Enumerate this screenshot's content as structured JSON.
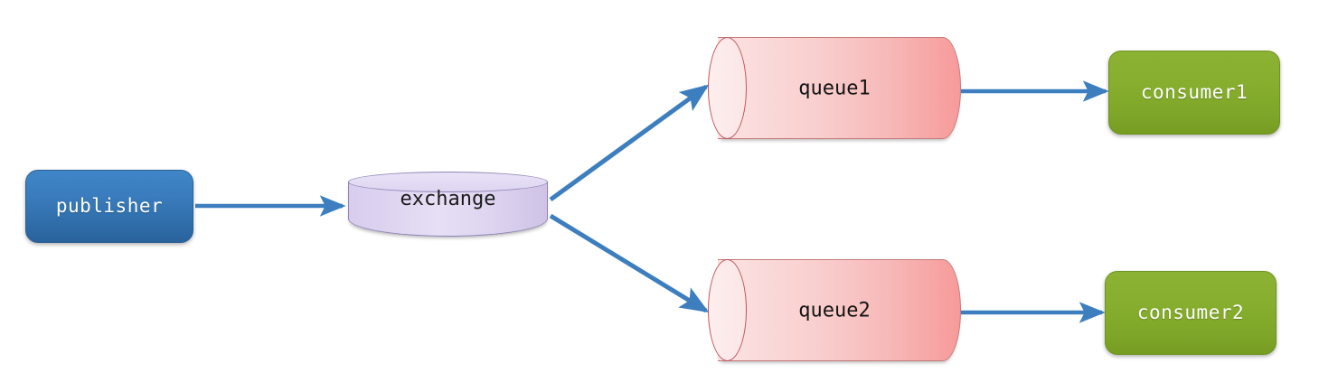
{
  "diagram": {
    "title": "publisher exchange fanout to queues and consumers",
    "background_color": "#ffffff",
    "arrow_color": "#3d7ebf",
    "nodes": {
      "publisher": {
        "label": "publisher",
        "shape": "rounded-rectangle",
        "fill_color": "#3a7cbd",
        "text_color": "#ffffff"
      },
      "exchange": {
        "label": "exchange",
        "shape": "cylinder-vertical",
        "fill_color": "#ded5f1",
        "border_color": "#8f84b5",
        "text_color": "#1a1a1a"
      },
      "queue1": {
        "label": "queue1",
        "shape": "cylinder-horizontal",
        "fill_color": "#f9cfcf",
        "border_color": "#c1565f",
        "text_color": "#141414"
      },
      "queue2": {
        "label": "queue2",
        "shape": "cylinder-horizontal",
        "fill_color": "#f9cfcf",
        "border_color": "#c1565f",
        "text_color": "#141414"
      },
      "consumer1": {
        "label": "consumer1",
        "shape": "rounded-rectangle",
        "fill_color": "#87ae2e",
        "text_color": "#ffffff"
      },
      "consumer2": {
        "label": "consumer2",
        "shape": "rounded-rectangle",
        "fill_color": "#87ae2e",
        "text_color": "#ffffff"
      }
    },
    "edges": [
      {
        "name": "publisher-to-exchange",
        "from": "publisher",
        "to": "exchange",
        "label": "",
        "style": "solid-arrow"
      },
      {
        "name": "exchange-to-queue1",
        "from": "exchange",
        "to": "queue1",
        "label": "",
        "style": "solid-arrow"
      },
      {
        "name": "exchange-to-queue2",
        "from": "exchange",
        "to": "queue2",
        "label": "",
        "style": "solid-arrow"
      },
      {
        "name": "queue1-to-consumer1",
        "from": "queue1",
        "to": "consumer1",
        "label": "",
        "style": "solid-arrow"
      },
      {
        "name": "queue2-to-consumer2",
        "from": "queue2",
        "to": "consumer2",
        "label": "",
        "style": "solid-arrow"
      }
    ]
  }
}
